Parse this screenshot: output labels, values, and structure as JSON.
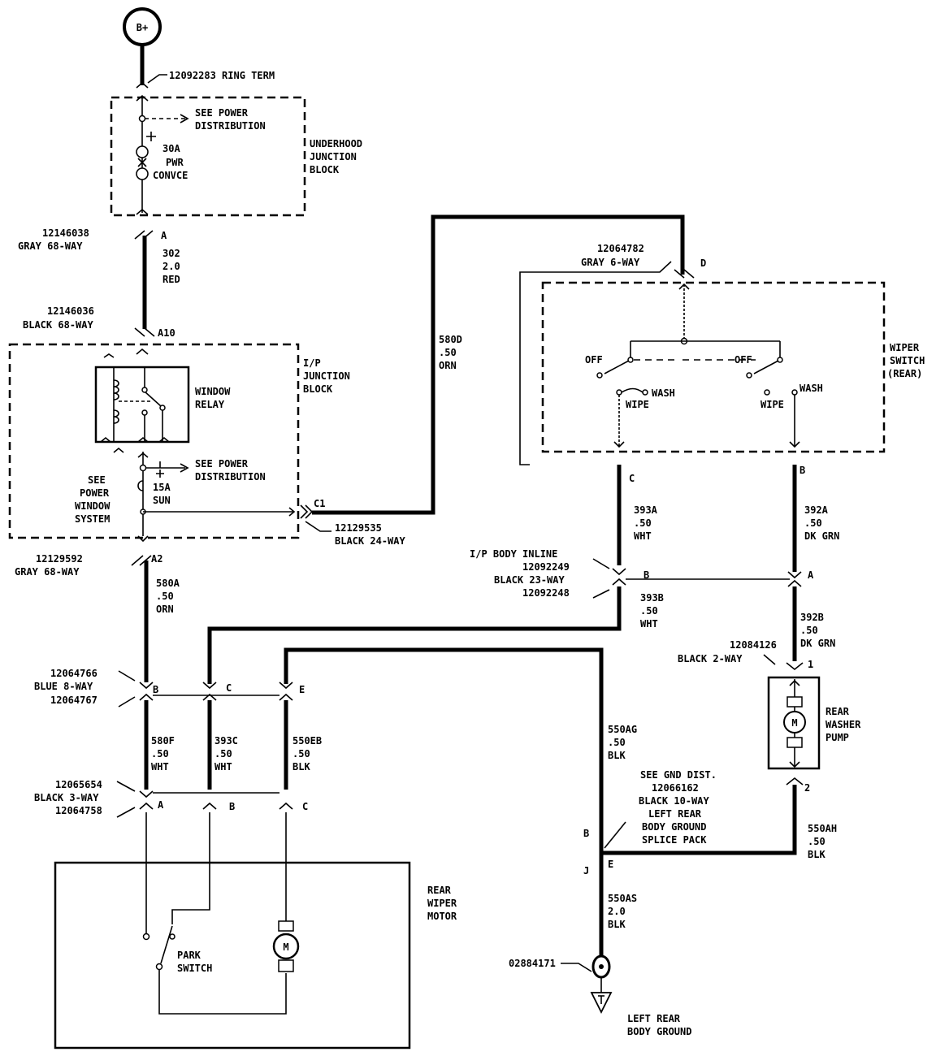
{
  "source": {
    "label": "B+"
  },
  "underhood": {
    "ring_term": "12092283 RING TERM",
    "see_power": [
      "SEE POWER",
      "DISTRIBUTION"
    ],
    "fuse": [
      "30A",
      "PWR",
      "CONVCE"
    ],
    "block_label": [
      "UNDERHOOD",
      "JUNCTION",
      "BLOCK"
    ]
  },
  "conn_top": {
    "part1": "12146038",
    "desc1": "GRAY 68-WAY",
    "pin1": "A",
    "part2": "12146036",
    "desc2": "BLACK 68-WAY",
    "pin2": "A10"
  },
  "wire_302": {
    "circuit": "302",
    "gauge": "2.0",
    "color": "RED"
  },
  "ip_junction": {
    "block_label": [
      "I/P",
      "JUNCTION",
      "BLOCK"
    ],
    "relay": [
      "WINDOW",
      "RELAY"
    ],
    "see_power": [
      "SEE POWER",
      "DISTRIBUTION"
    ],
    "see_window": [
      "SEE",
      "POWER",
      "WINDOW",
      "SYSTEM"
    ],
    "fuse": [
      "15A",
      "SUN"
    ],
    "c1_pin": "C1",
    "c1_part": "12129535",
    "c1_desc": "BLACK 24-WAY",
    "a2_part": "12129592",
    "a2_desc": "GRAY 68-WAY",
    "a2_pin": "A2"
  },
  "wire_580": {
    "circuit": "580D",
    "gauge": ".50",
    "color": "ORN"
  },
  "wire_580a": {
    "circuit": "580A",
    "gauge": ".50",
    "color": "ORN"
  },
  "wiper_switch": {
    "part": "12064782",
    "desc": "GRAY 6-WAY",
    "pin_d": "D",
    "label": [
      "WIPER",
      "SWITCH",
      "(REAR)"
    ],
    "off": "OFF",
    "wipe": "WIPE",
    "wash": "WASH",
    "pin_c": "C",
    "pin_b": "B"
  },
  "wire_393a": {
    "circuit": "393A",
    "gauge": ".50",
    "color": "WHT"
  },
  "wire_392a": {
    "circuit": "392A",
    "gauge": ".50",
    "color": "DK GRN"
  },
  "inline": {
    "lines": [
      "I/P BODY INLINE",
      "12092249",
      "BLACK 23-WAY",
      "12092248"
    ],
    "pin_b": "B",
    "pin_a": "A"
  },
  "wire_393b": {
    "circuit": "393B",
    "gauge": ".50",
    "color": "WHT"
  },
  "wire_392b": {
    "circuit": "392B",
    "gauge": ".50",
    "color": "DK GRN"
  },
  "pump_conn": {
    "part": "12084126",
    "desc": "BLACK 2-WAY",
    "pin1": "1",
    "pin2": "2"
  },
  "pump": {
    "label": [
      "REAR",
      "WASHER",
      "PUMP"
    ],
    "motor": "M"
  },
  "conn_b8": {
    "lines": [
      "12064766",
      "BLUE 8-WAY",
      "12064767"
    ],
    "pins": [
      "B",
      "C",
      "E"
    ]
  },
  "wire_580f": {
    "circuit": "580F",
    "gauge": ".50",
    "color": "WHT"
  },
  "wire_393c": {
    "circuit": "393C",
    "gauge": ".50",
    "color": "WHT"
  },
  "wire_550eb": {
    "circuit": "550EB",
    "gauge": ".50",
    "color": "BLK"
  },
  "conn_b3": {
    "lines": [
      "12065654",
      "BLACK 3-WAY",
      "12064758"
    ],
    "pins": [
      "A",
      "B",
      "C"
    ]
  },
  "motor": {
    "label": [
      "REAR",
      "WIPER",
      "MOTOR"
    ],
    "park": [
      "PARK",
      "SWITCH"
    ],
    "motor": "M"
  },
  "wire_550ag": {
    "circuit": "550AG",
    "gauge": ".50",
    "color": "BLK"
  },
  "splice": {
    "lines": [
      "SEE GND DIST.",
      "12066162",
      "BLACK 10-WAY",
      "LEFT REAR",
      "BODY GROUND",
      "SPLICE PACK"
    ],
    "pin_b": "B",
    "pin_e": "E",
    "pin_j": "J"
  },
  "wire_550ah": {
    "circuit": "550AH",
    "gauge": ".50",
    "color": "BLK"
  },
  "wire_550as": {
    "circuit": "550AS",
    "gauge": "2.0",
    "color": "BLK"
  },
  "ground": {
    "part": "02884171",
    "label": [
      "LEFT REAR",
      "BODY GROUND"
    ]
  }
}
